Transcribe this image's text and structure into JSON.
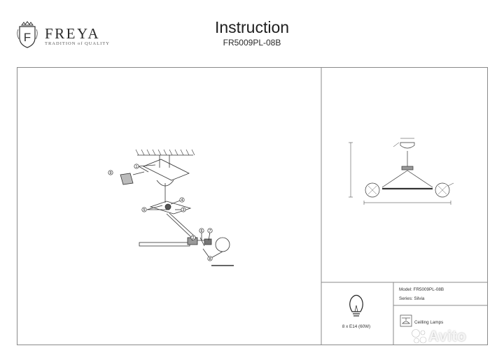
{
  "brand": {
    "name": "FREYA",
    "tagline": "TRADITION of QUALITY",
    "emblem_icon": "crown-shield-emblem"
  },
  "header": {
    "title": "Instruction",
    "model": "FR5009PL-08B"
  },
  "assembly": {
    "callouts": [
      "1",
      "2",
      "3",
      "4",
      "5",
      "6",
      "7",
      "8",
      "9"
    ]
  },
  "spec": {
    "lamp_text": "8 x E14 (60W)",
    "lamp_icon": "light-bulb-icon",
    "model_line": "Model: FR5009PL-08B",
    "series_line": "Series: Silvia",
    "category_label": "Ceilling Lamps",
    "category_icon": "ceiling-lamp-icon"
  },
  "watermark": {
    "text": "Avito",
    "icon": "avito-dots-icon"
  },
  "colors": {
    "line": "#8a8a8a",
    "ink": "#222222",
    "watermark": "#ffffff"
  }
}
